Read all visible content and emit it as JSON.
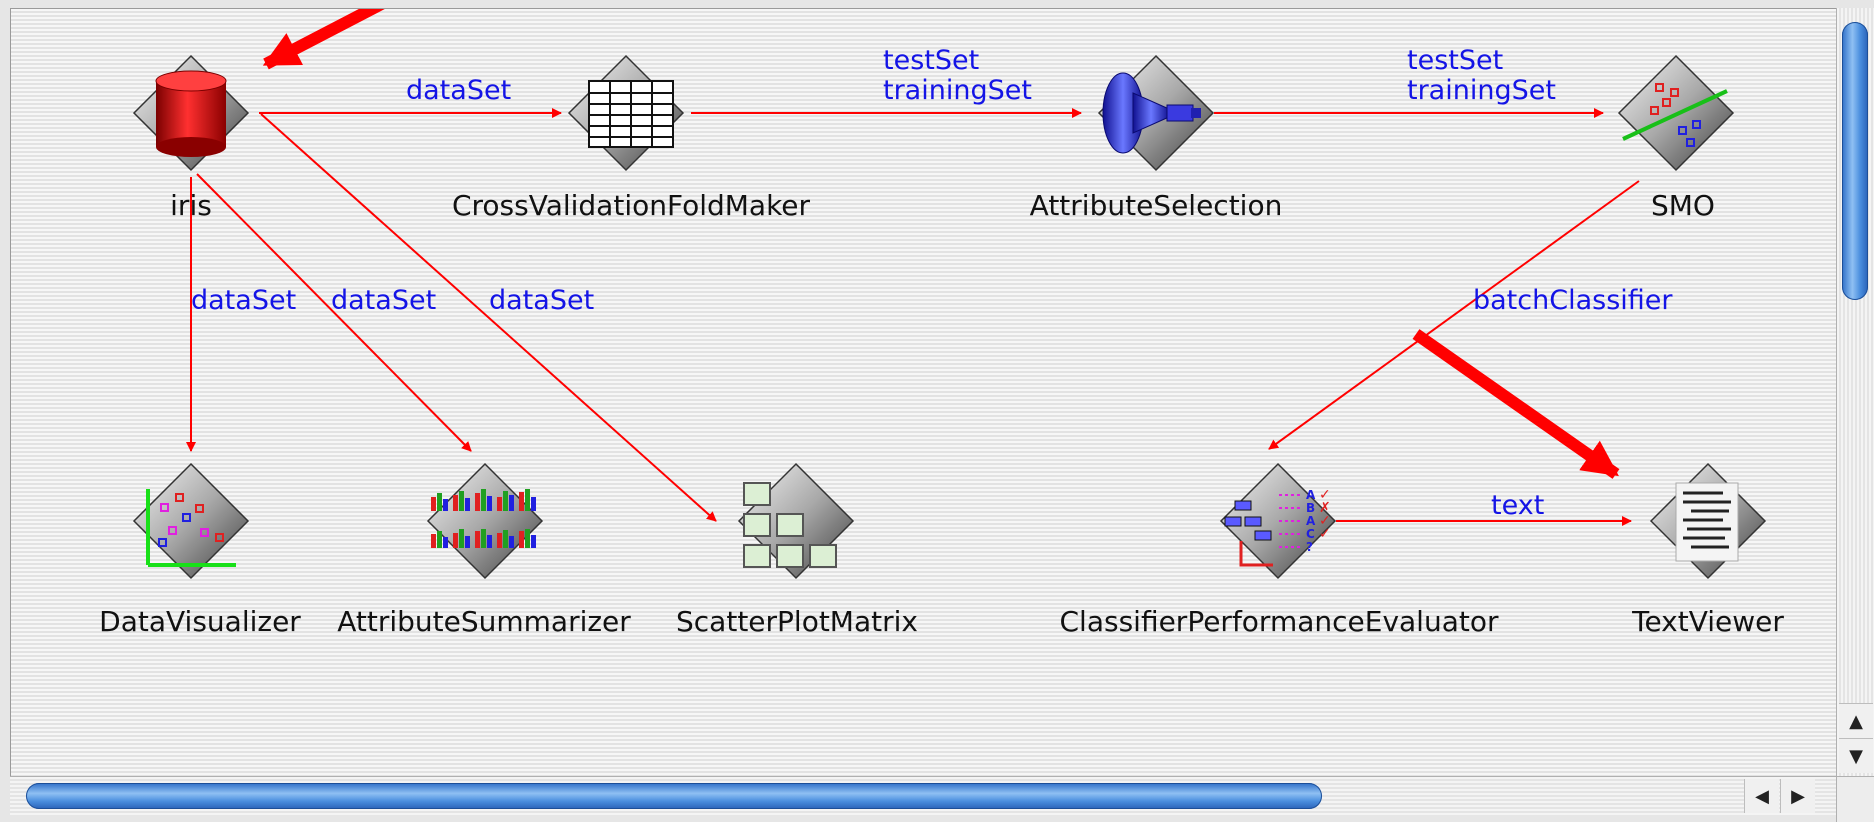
{
  "components": {
    "iris": "iris",
    "cross_validation": "CrossValidationFoldMaker",
    "attribute_selection": "AttributeSelection",
    "smo": "SMO",
    "data_visualizer": "DataVisualizer",
    "attribute_summarizer": "AttributeSummarizer",
    "scatter_plot_matrix": "ScatterPlotMatrix",
    "classifier_performance_evaluator": "ClassifierPerformanceEvaluator",
    "text_viewer": "TextViewer"
  },
  "connections": {
    "iris_to_cv": "dataSet",
    "cv_to_as_test": "testSet",
    "cv_to_as_train": "trainingSet",
    "as_to_smo_test": "testSet",
    "as_to_smo_train": "trainingSet",
    "iris_to_dv": "dataSet",
    "iris_to_asum": "dataSet",
    "iris_to_spm": "dataSet",
    "smo_to_cpe": "batchClassifier",
    "cpe_to_tv": "text"
  },
  "scrollbars": {
    "up": "▲",
    "down": "▼",
    "left": "◀",
    "right": "▶"
  },
  "colors": {
    "connection_line": "#ff0000",
    "connection_label": "#1414e6",
    "scroll_thumb": "#4a8ede"
  },
  "icons": {
    "iris": "database-cylinder-icon",
    "cross_validation": "grid-table-icon",
    "attribute_selection": "funnel-filter-icon",
    "smo": "scatter-classifier-icon",
    "data_visualizer": "scatter-plot-icon",
    "attribute_summarizer": "bar-chart-icon",
    "scatter_plot_matrix": "plot-matrix-icon",
    "classifier_performance_evaluator": "evaluator-tree-icon",
    "text_viewer": "text-document-icon"
  }
}
